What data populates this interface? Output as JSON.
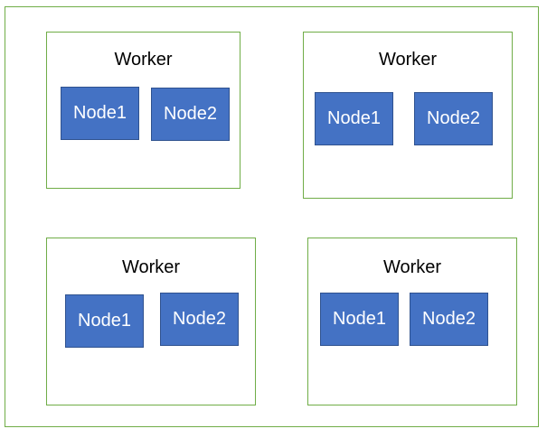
{
  "workers": [
    {
      "title": "Worker",
      "nodes": [
        "Node1",
        "Node2"
      ]
    },
    {
      "title": "Worker",
      "nodes": [
        "Node1",
        "Node2"
      ]
    },
    {
      "title": "Worker",
      "nodes": [
        "Node1",
        "Node2"
      ]
    },
    {
      "title": "Worker",
      "nodes": [
        "Node1",
        "Node2"
      ]
    }
  ],
  "colors": {
    "border": "#70ad47",
    "node_fill": "#4472c4",
    "node_border": "#2f528f",
    "node_text": "#ffffff"
  }
}
